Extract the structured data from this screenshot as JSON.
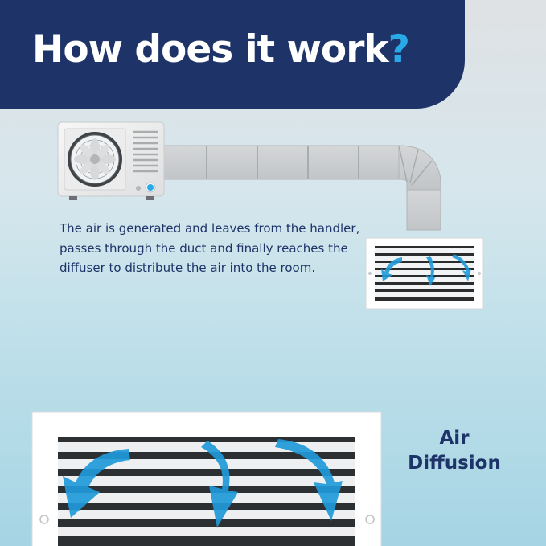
{
  "header": {
    "title": "How does it work",
    "title_mark": "?"
  },
  "description": "The air is generated and leaves from the handler, passes through the duct and finally reaches the diffuser to distribute the air into the room.",
  "big_label": {
    "line1": "Air",
    "line2": "Diffusion"
  },
  "colors": {
    "navy": "#1e3468",
    "accent_blue": "#29a9e8",
    "airflow_arrow": "#1f9ad9"
  },
  "icons": [
    "air-handler-icon",
    "fan-icon",
    "duct-icon",
    "diffuser-icon",
    "airflow-arrow-icon"
  ]
}
